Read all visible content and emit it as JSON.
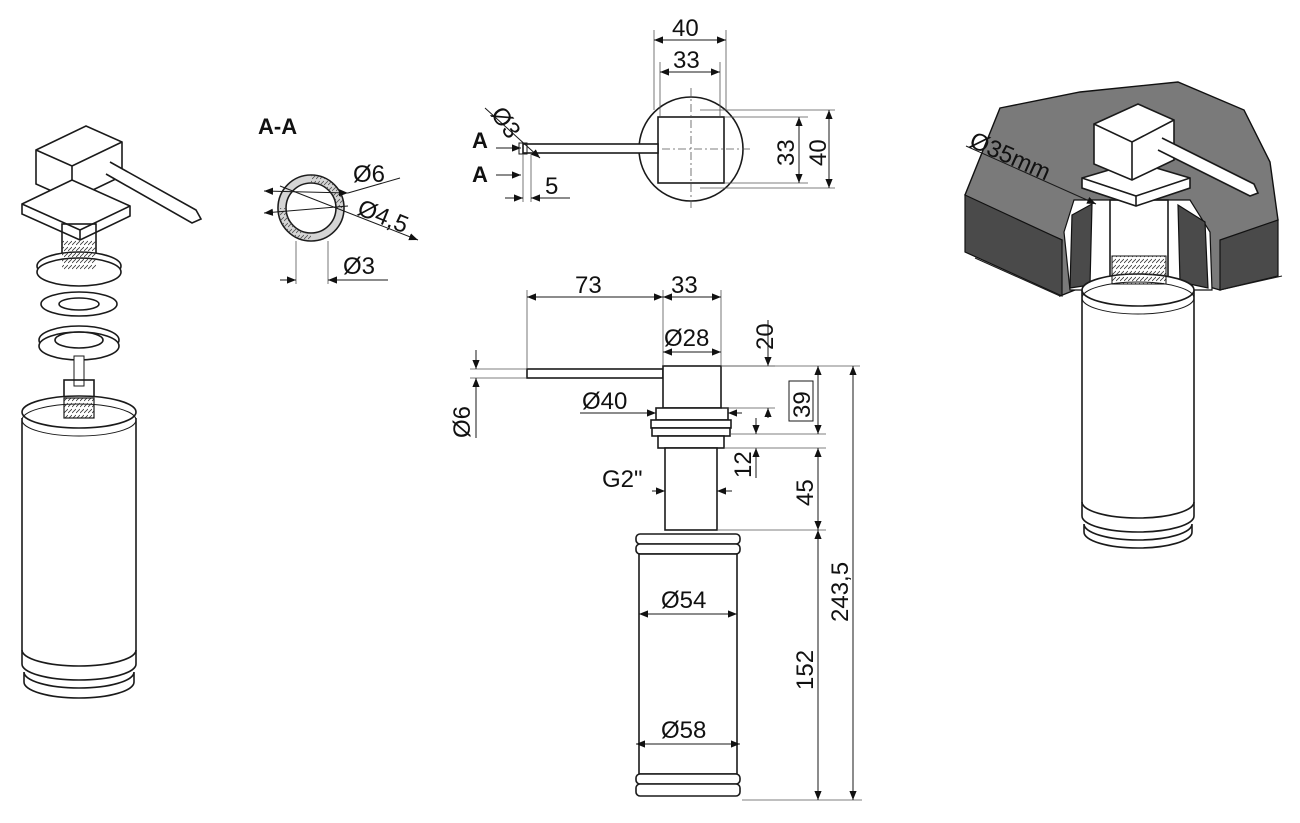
{
  "section": {
    "title": "A-A",
    "d6": "Ø6",
    "d45": "Ø4,5",
    "d3": "Ø3"
  },
  "top_view": {
    "d3": "Ø3",
    "a1": "A",
    "a2": "A",
    "five": "5",
    "w40": "40",
    "w33": "33",
    "h33": "33",
    "h40": "40"
  },
  "front_view": {
    "l73": "73",
    "w33": "33",
    "d28": "Ø28",
    "d40": "Ø40",
    "d6": "Ø6",
    "h20": "20",
    "h39": "39",
    "h12": "12",
    "thread": "G2\"",
    "h45": "45",
    "d54": "Ø54",
    "d58": "Ø58",
    "h152": "152",
    "h243": "243,5"
  },
  "install_view": {
    "hole": "Ø35mm"
  }
}
